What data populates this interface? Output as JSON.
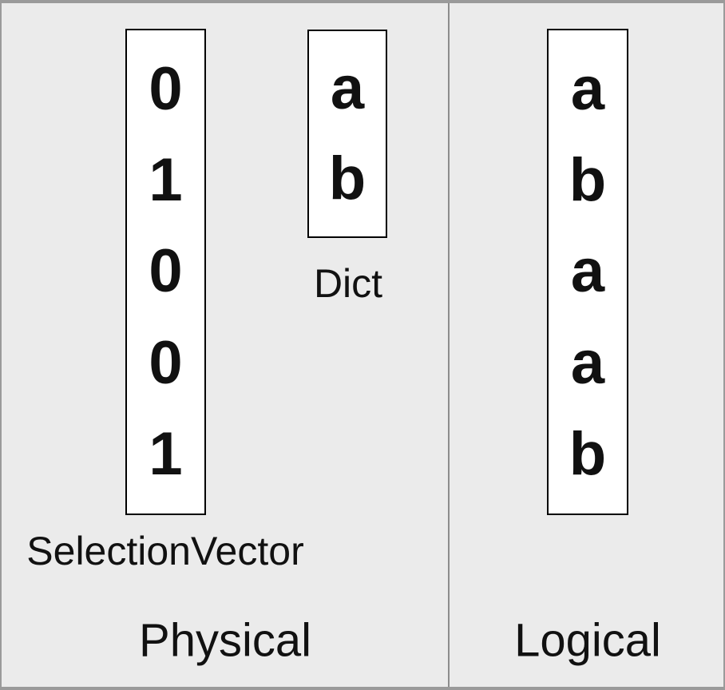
{
  "diagram": {
    "left_panel": {
      "selection_vector": {
        "label": "SelectionVector",
        "values": [
          "0",
          "1",
          "0",
          "0",
          "1"
        ]
      },
      "dict": {
        "label": "Dict",
        "values": [
          "a",
          "b"
        ]
      },
      "caption": "Physical"
    },
    "right_panel": {
      "logical_vector": {
        "values": [
          "a",
          "b",
          "a",
          "a",
          "b"
        ]
      },
      "caption": "Logical"
    },
    "colors": {
      "background": "#ebebeb",
      "box_background": "#ffffff",
      "box_border": "#000000",
      "divider": "#8c8c8c",
      "frame": "#9a9a9a",
      "text": "#111111"
    }
  }
}
